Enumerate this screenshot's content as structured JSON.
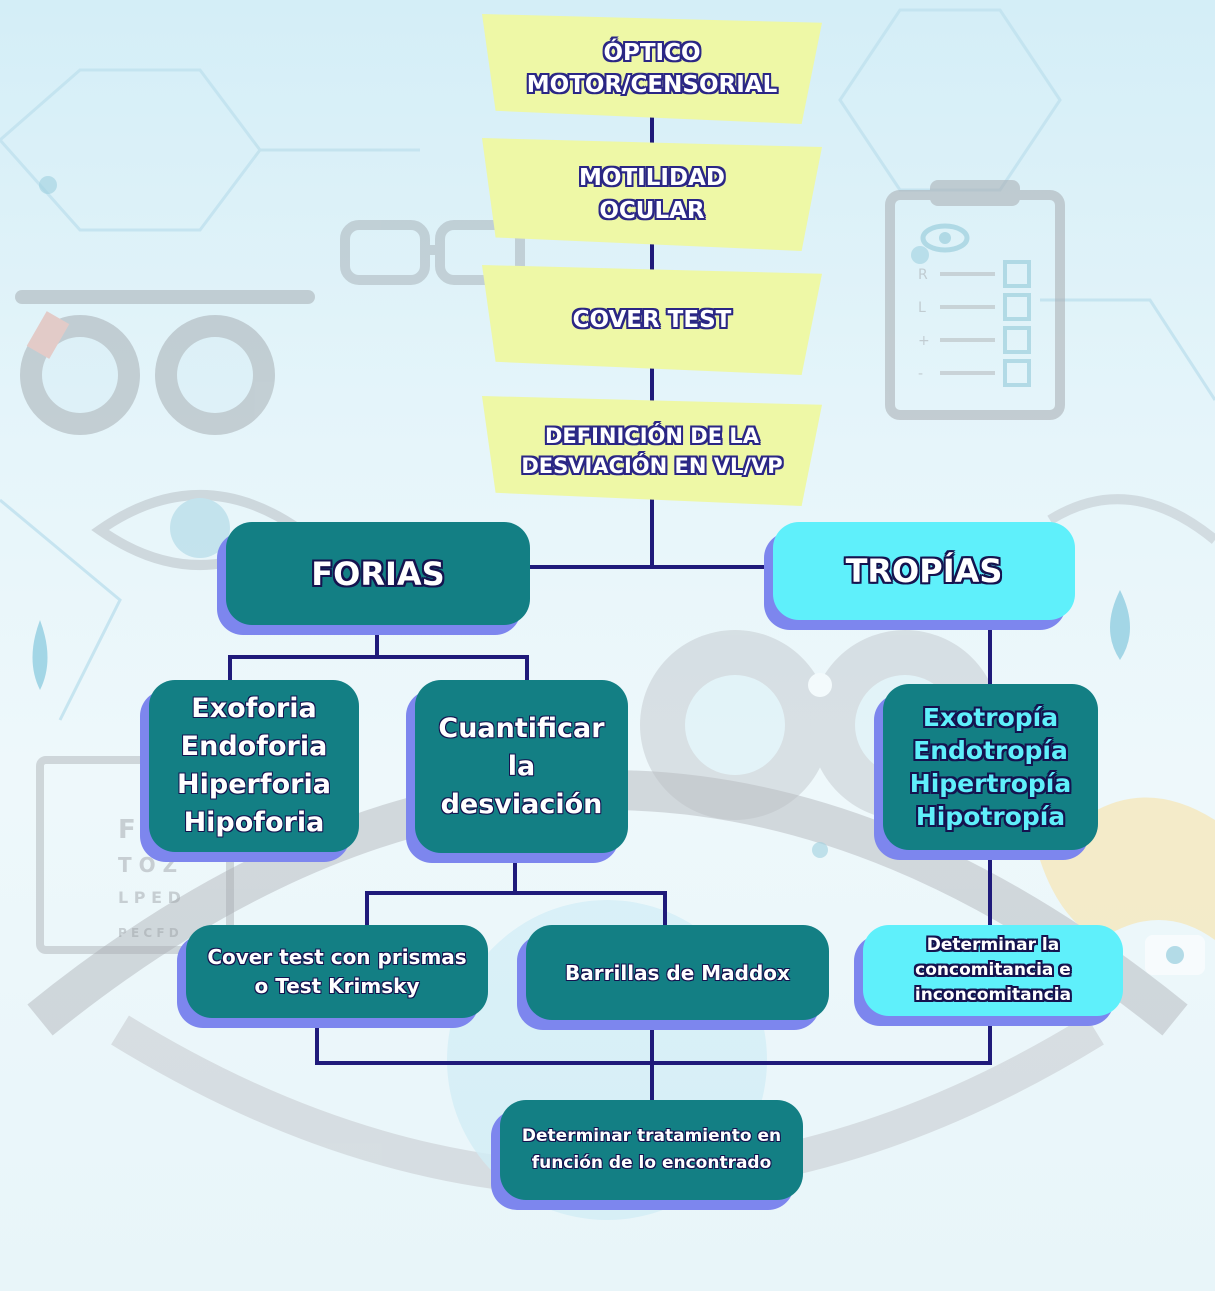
{
  "steps": {
    "optico": [
      "ÓPTICO",
      "MOTOR/CENSORIAL"
    ],
    "motilidad": [
      "MOTILIDAD",
      "OCULAR"
    ],
    "cover_test": [
      "COVER TEST"
    ],
    "definicion": [
      "DEFINICIÓN DE LA",
      "DESVIACIÓN EN VL/VP"
    ]
  },
  "forias": {
    "title": "FORIAS",
    "types": [
      "Exoforia",
      "Endoforia",
      "Hiperforia",
      "Hipoforia"
    ],
    "quantify": [
      "Cuantificar",
      "la",
      "desviación"
    ],
    "methods": {
      "cover_prism": [
        "Cover test con prismas",
        "o Test Krimsky"
      ],
      "maddox": [
        "Barrillas de Maddox"
      ]
    }
  },
  "tropias": {
    "title": "TROPÍAS",
    "types": [
      "Exotropía",
      "Endotropía",
      "Hipertropía",
      "Hipotropía"
    ],
    "concomitance": [
      "Determinar la",
      "concomitancia e",
      "inconcomitancia"
    ]
  },
  "treatment": [
    "Determinar tratamiento en",
    "función de lo encontrado"
  ],
  "background": {
    "eye_chart_rows": [
      "F",
      "T O Z",
      "L P E D",
      "P E C F D"
    ],
    "clipboard_rows": [
      "R",
      "L",
      "+",
      "-"
    ]
  },
  "colors": {
    "banner_fill": "#eef8a6",
    "teal_box": "#137f84",
    "cyan_box": "#5ff0fb",
    "box_shadow": "#7d86ee",
    "connector": "#1f1a7a"
  }
}
